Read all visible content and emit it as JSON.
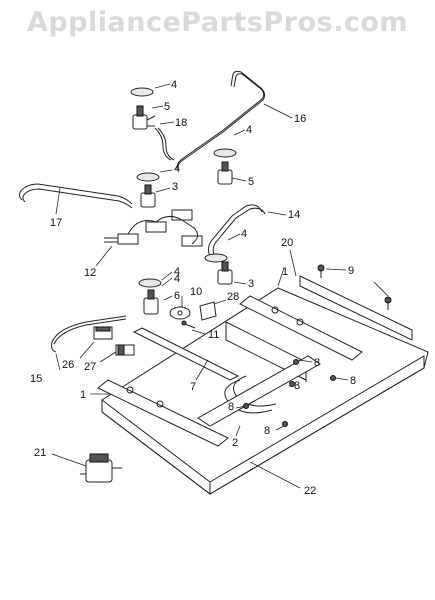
{
  "watermark": "AppliancePartsPros.com",
  "callouts": [
    {
      "id": "c4a",
      "text": "4"
    },
    {
      "id": "c5a",
      "text": "5"
    },
    {
      "id": "c18",
      "text": "18"
    },
    {
      "id": "c16",
      "text": "16"
    },
    {
      "id": "c4b",
      "text": "4"
    },
    {
      "id": "c4c",
      "text": "4"
    },
    {
      "id": "c5b",
      "text": "5"
    },
    {
      "id": "c3a",
      "text": "3"
    },
    {
      "id": "c17",
      "text": "17"
    },
    {
      "id": "c14",
      "text": "14"
    },
    {
      "id": "c4d",
      "text": "4"
    },
    {
      "id": "c20",
      "text": "20"
    },
    {
      "id": "c12",
      "text": "12"
    },
    {
      "id": "c4e",
      "text": "4"
    },
    {
      "id": "c3b",
      "text": "3"
    },
    {
      "id": "c1a",
      "text": "1"
    },
    {
      "id": "c9",
      "text": "9"
    },
    {
      "id": "c4f",
      "text": "4"
    },
    {
      "id": "c10",
      "text": "10"
    },
    {
      "id": "c6",
      "text": "6"
    },
    {
      "id": "c28",
      "text": "28"
    },
    {
      "id": "c11",
      "text": "11"
    },
    {
      "id": "c26",
      "text": "26"
    },
    {
      "id": "c15",
      "text": "15"
    },
    {
      "id": "c27",
      "text": "27"
    },
    {
      "id": "c8a",
      "text": "8"
    },
    {
      "id": "c8b",
      "text": "8"
    },
    {
      "id": "c7",
      "text": "7"
    },
    {
      "id": "c8c",
      "text": "8"
    },
    {
      "id": "c1b",
      "text": "1"
    },
    {
      "id": "c8d",
      "text": "8"
    },
    {
      "id": "c2",
      "text": "2"
    },
    {
      "id": "c8e",
      "text": "8"
    },
    {
      "id": "c21",
      "text": "21"
    },
    {
      "id": "c22",
      "text": "22"
    }
  ]
}
